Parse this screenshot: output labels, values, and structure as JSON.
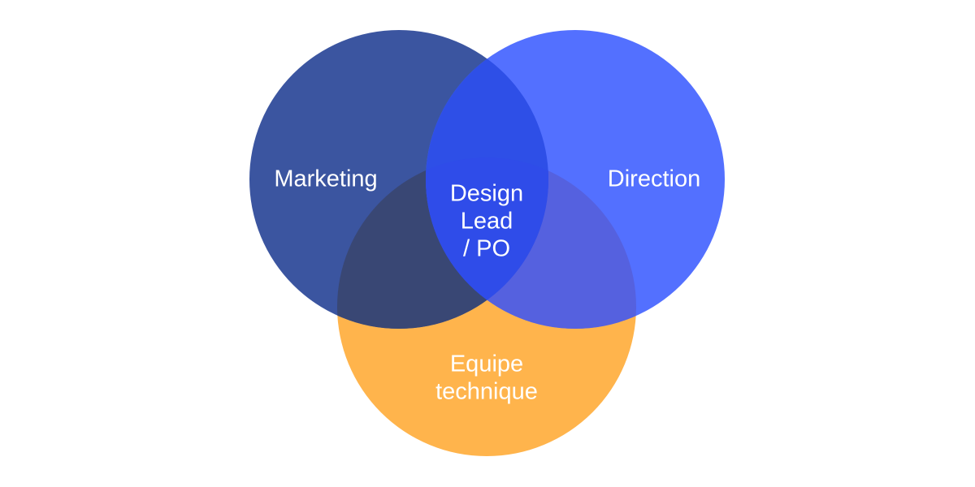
{
  "diagram": {
    "type": "venn",
    "sets": [
      {
        "id": "marketing",
        "label": "Marketing",
        "color": "#3B55A0"
      },
      {
        "id": "direction",
        "label": "Direction",
        "color": "#5370FF"
      },
      {
        "id": "equipe",
        "label_lines": [
          "Equipe",
          "technique"
        ],
        "color": "#FFB44C"
      }
    ],
    "overlaps": {
      "marketing_equipe": "#394774",
      "direction_equipe": "#5561DF",
      "marketing_direction": "#2E4FE7",
      "center": {
        "label_lines": [
          "Design",
          "Lead",
          "/ PO"
        ],
        "color": "#2F4CE9"
      }
    }
  }
}
